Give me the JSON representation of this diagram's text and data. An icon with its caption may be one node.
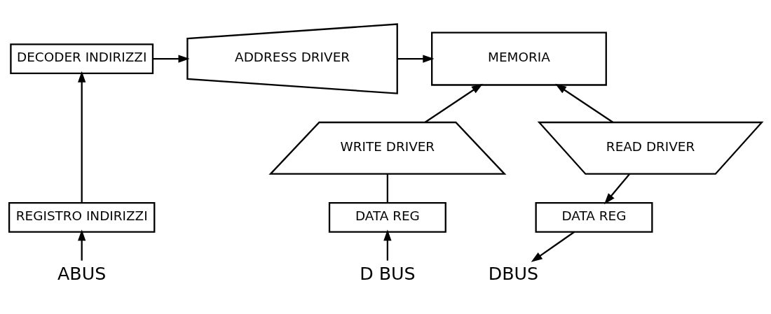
{
  "diagram": {
    "nodes": [
      {
        "text": [
          "DECODER INDIRIZZI"
        ]
      },
      {
        "text": [
          "ADDRESS DRIVER"
        ]
      },
      {
        "text": [
          "MEMORIA"
        ]
      },
      {
        "text": [
          "WRITE DRIVER"
        ]
      },
      {
        "text": [
          "READ DRIVER"
        ]
      },
      {
        "text": [
          "REGISTRO INDIRIZZI"
        ]
      },
      {
        "text": [
          "DATA REG"
        ]
      },
      {
        "text": [
          "DATA REG"
        ]
      },
      {
        "text": [
          "ABUS"
        ]
      },
      {
        "text": [
          "D BUS"
        ]
      },
      {
        "text": [
          "DBUS"
        ]
      }
    ],
    "edges": [
      {
        "from": 8,
        "to": 5,
        "arrow": "to"
      },
      {
        "from": 5,
        "to": 0,
        "arrow": "to"
      },
      {
        "from": 0,
        "to": 1,
        "arrow": "to"
      },
      {
        "from": 1,
        "to": 2,
        "arrow": "to"
      },
      {
        "from": 3,
        "to": 2,
        "arrow": "to"
      },
      {
        "from": 6,
        "to": 3,
        "arrow": "none"
      },
      {
        "from": 9,
        "to": 6,
        "arrow": "to"
      },
      {
        "from": 4,
        "to": 2,
        "arrow": "to"
      },
      {
        "from": 4,
        "to": 7,
        "arrow": "to"
      },
      {
        "from": 7,
        "to": 10,
        "arrow": "to"
      }
    ]
  }
}
